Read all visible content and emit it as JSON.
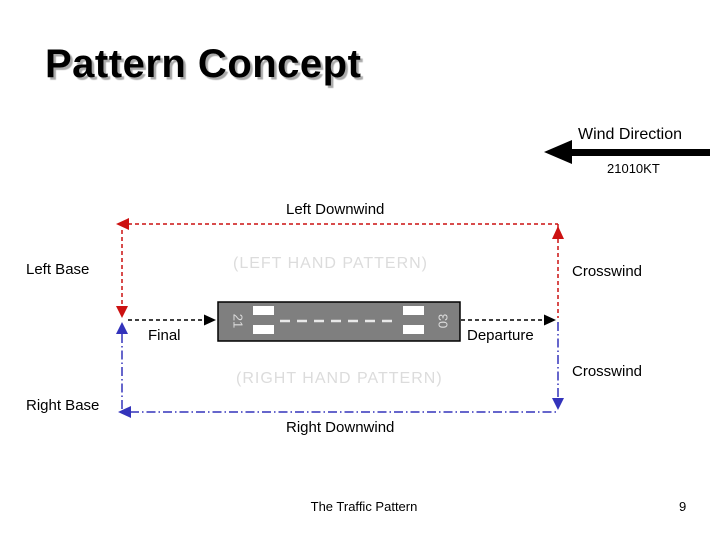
{
  "slide": {
    "title": "Pattern Concept",
    "footer": {
      "title": "The Traffic Pattern",
      "page_number": "9"
    }
  },
  "wind": {
    "label": "Wind Direction",
    "speed": "21010KT"
  },
  "diagram": {
    "labels": {
      "left_downwind": "Left Downwind",
      "left_base": "Left Base",
      "left_hand_pattern": "(LEFT HAND PATTERN)",
      "crosswind_upper": "Crosswind",
      "final": "Final",
      "departure": "Departure",
      "right_hand_pattern": "(RIGHT HAND PATTERN)",
      "crosswind_lower": "Crosswind",
      "right_base": "Right Base",
      "right_downwind": "Right Downwind"
    },
    "runway": {
      "left_number": "21",
      "right_number": "03"
    },
    "colors": {
      "left_pattern_red": "#cc1111",
      "right_pattern_blue": "#3333bb",
      "approach_black": "#000000",
      "runway_fill": "#7f7f7f",
      "runway_marking": "#e8e8e8",
      "watermark_gray": "#dcdcdc",
      "title_shadow": "#a9a9a9"
    }
  }
}
